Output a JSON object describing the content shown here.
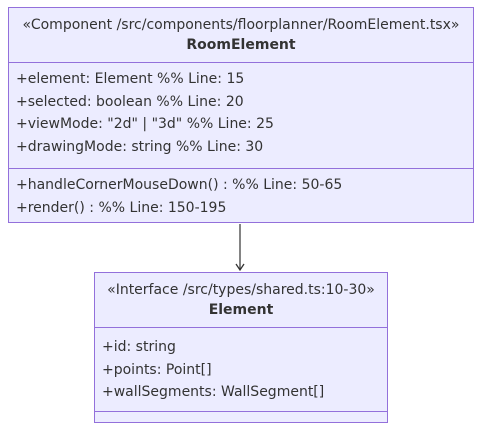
{
  "classes": [
    {
      "stereotype": "«Component /src/components/floorplanner/RoomElement.tsx»",
      "name": "RoomElement",
      "attributes": [
        "+element: Element %% Line: 15",
        "+selected: boolean %% Line: 20",
        "+viewMode: \"2d\" | \"3d\" %% Line: 25",
        "+drawingMode: string %% Line: 30"
      ],
      "methods": [
        "+handleCornerMouseDown() : %% Line: 50-65",
        "+render() : %% Line: 150-195"
      ]
    },
    {
      "stereotype": "«Interface /src/types/shared.ts:10-30»",
      "name": "Element",
      "attributes": [
        "+id: string",
        "+points: Point[]",
        "+wallSegments: WallSegment[]"
      ],
      "methods": []
    }
  ],
  "relation": {
    "from": "RoomElement",
    "to": "Element",
    "type": "association-arrow"
  },
  "colors": {
    "box_fill": "#ECECFF",
    "box_border": "#9370DB",
    "text": "#333333",
    "arrow": "#333333"
  }
}
